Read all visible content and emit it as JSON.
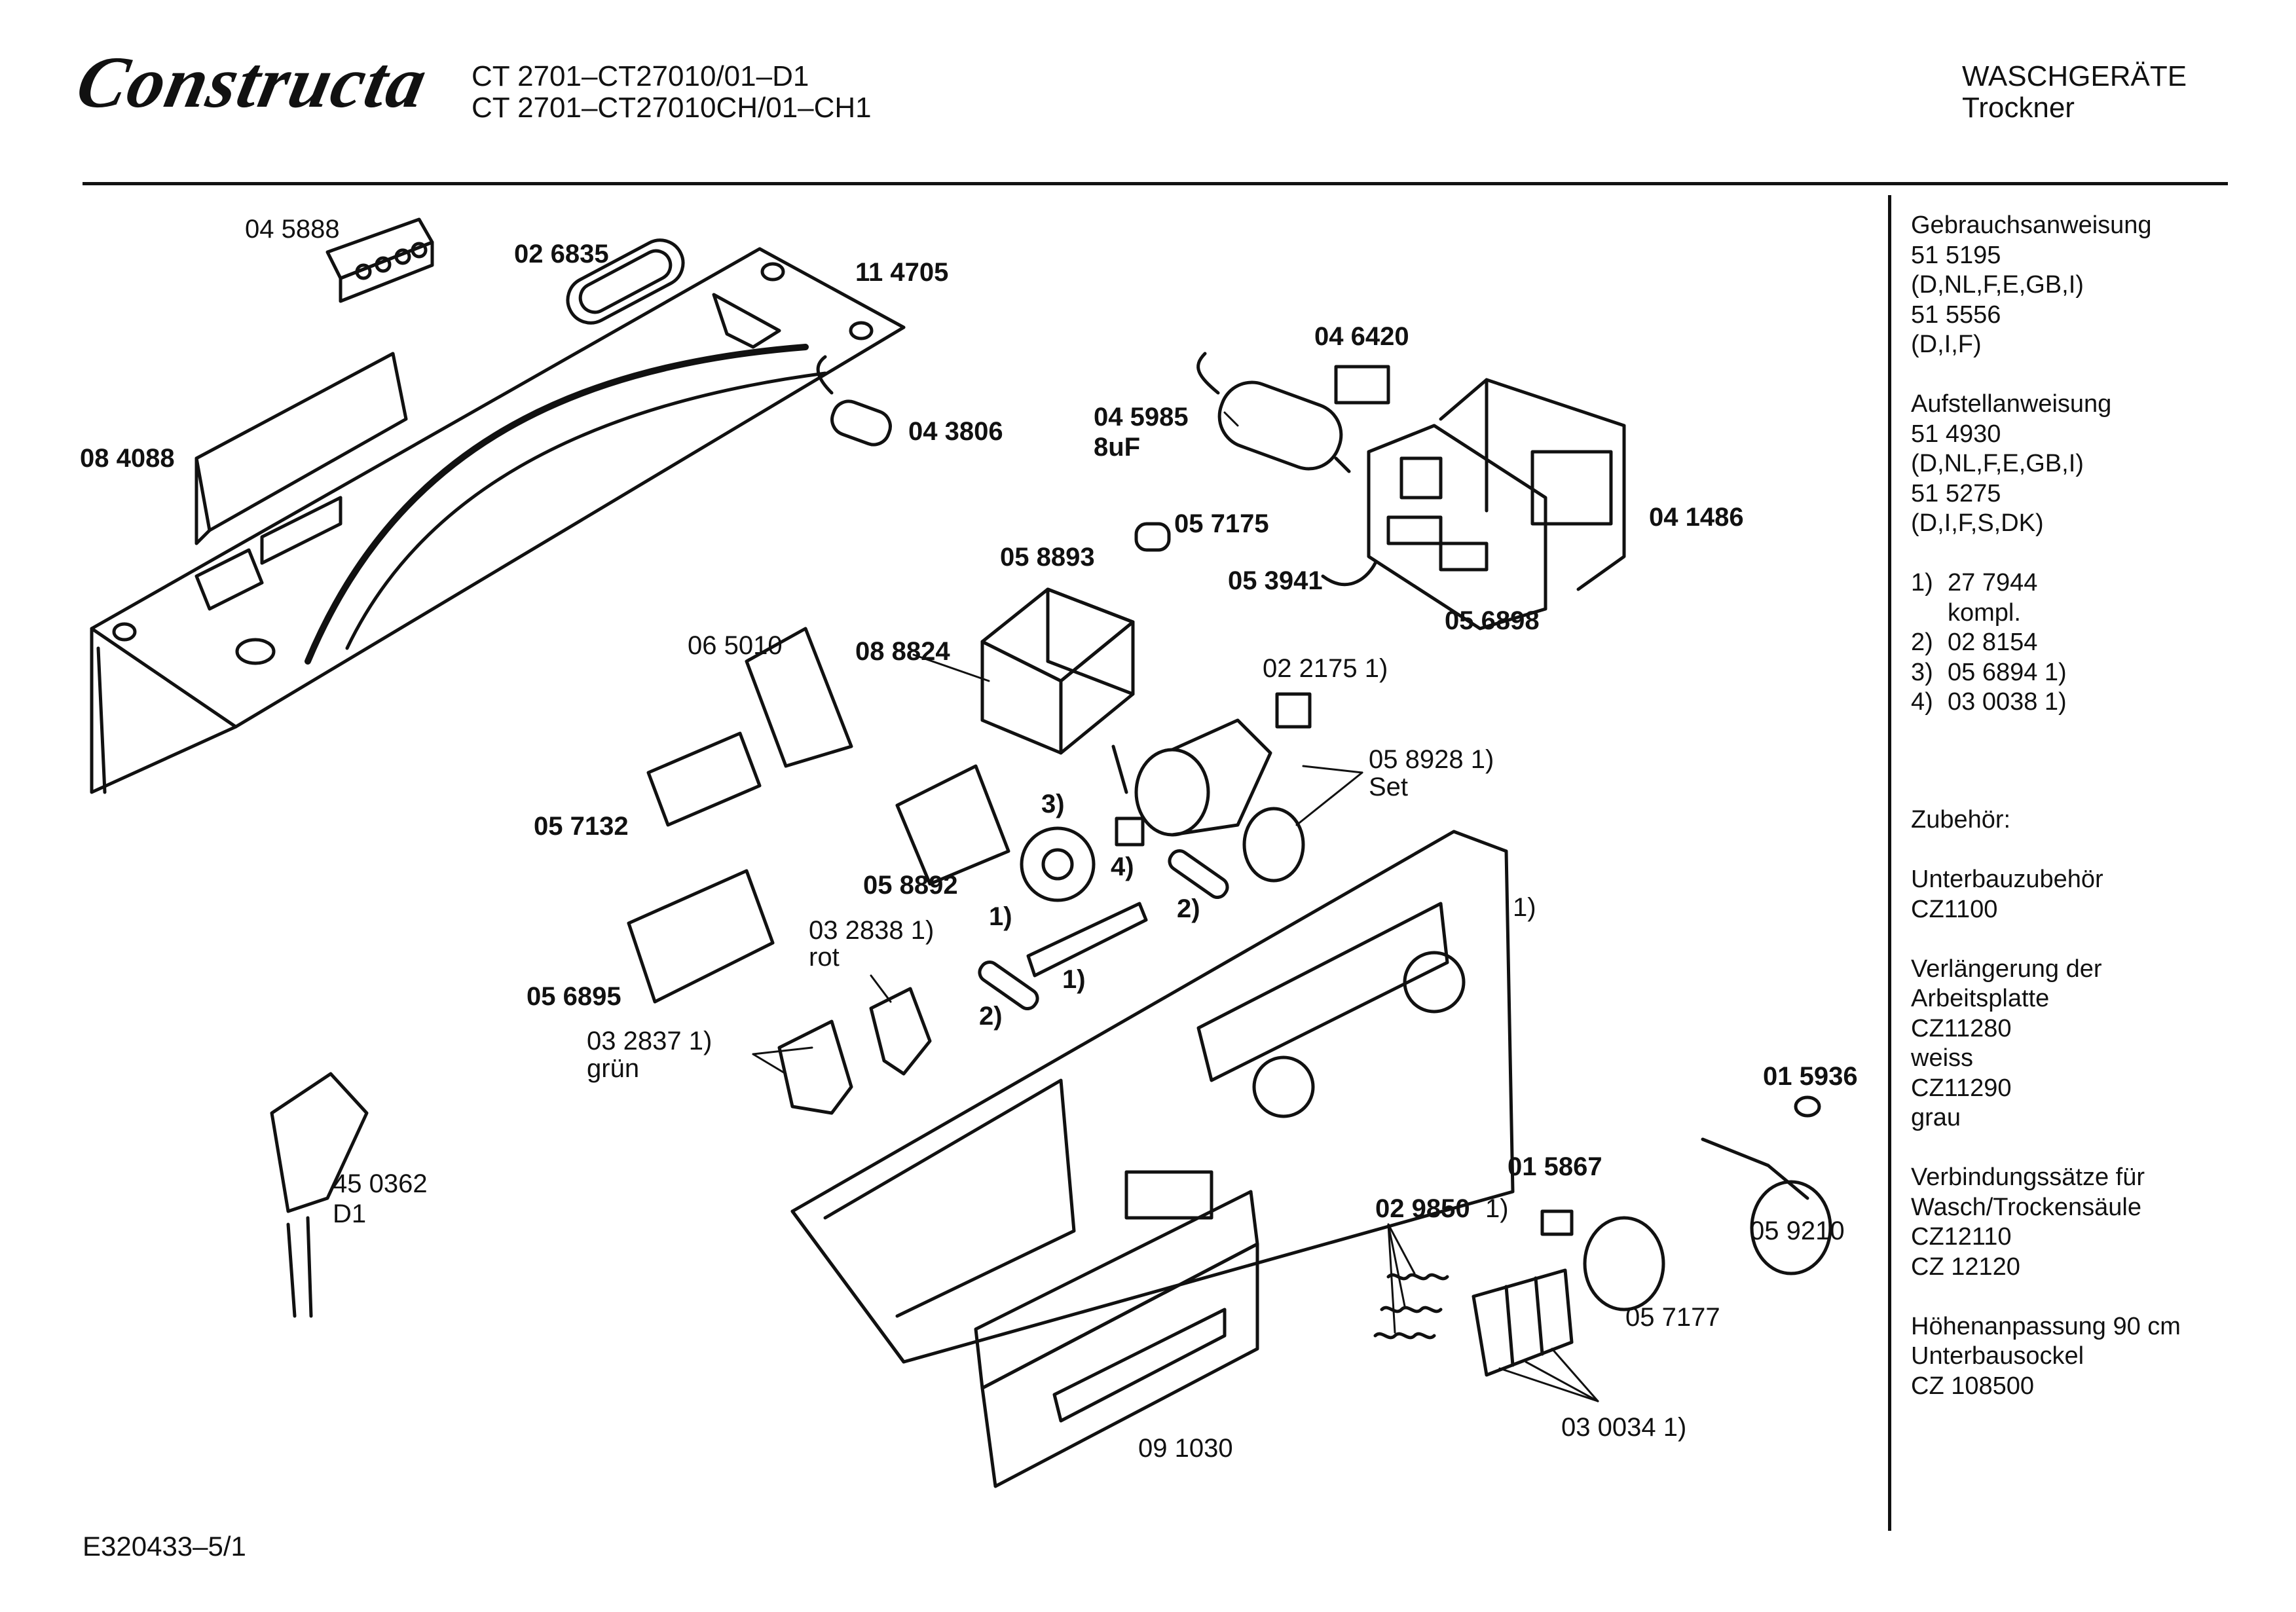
{
  "header": {
    "brand": "Constructa",
    "model_line_1": "CT 2701–CT27010/01–D1",
    "model_line_2": "CT 2701–CT27010CH/01–CH1",
    "category": "WASCHGERÄTE",
    "subcategory": "Trockner"
  },
  "parts": [
    {
      "id": "p01",
      "label": "04 5888",
      "bold": false
    },
    {
      "id": "p02",
      "label": "02 6835",
      "bold": true
    },
    {
      "id": "p03",
      "label": "11 4705",
      "bold": true
    },
    {
      "id": "p04",
      "label": "08 4088",
      "bold": true
    },
    {
      "id": "p05",
      "label": "04 3806",
      "bold": true
    },
    {
      "id": "p06",
      "label": "04 6420",
      "bold": true
    },
    {
      "id": "p07",
      "label": "04 5985",
      "bold": true
    },
    {
      "id": "p08",
      "label": "8uF",
      "bold": true
    },
    {
      "id": "p09",
      "label": "05 7175",
      "bold": true
    },
    {
      "id": "p10",
      "label": "05 8893",
      "bold": true
    },
    {
      "id": "p11",
      "label": "05 3941",
      "bold": true
    },
    {
      "id": "p12",
      "label": "04 1486",
      "bold": true
    },
    {
      "id": "p13",
      "label": "05 6898",
      "bold": true
    },
    {
      "id": "p14",
      "label": "06 5010",
      "bold": false
    },
    {
      "id": "p15",
      "label": "08 8824",
      "bold": true
    },
    {
      "id": "p16",
      "label": "02 2175 1)",
      "bold": false
    },
    {
      "id": "p17",
      "label": "05 8928 1)",
      "bold": false
    },
    {
      "id": "p18",
      "label": "Set",
      "bold": false
    },
    {
      "id": "p19",
      "label": "05 7132",
      "bold": true
    },
    {
      "id": "p20",
      "label": "3)",
      "bold": true
    },
    {
      "id": "p21",
      "label": "05 8892",
      "bold": true
    },
    {
      "id": "p22",
      "label": "4)",
      "bold": true
    },
    {
      "id": "p23",
      "label": "1)",
      "bold": true
    },
    {
      "id": "p24",
      "label": "2)",
      "bold": true
    },
    {
      "id": "p25",
      "label": "1)",
      "bold": false
    },
    {
      "id": "p26",
      "label": "03 2838 1)",
      "bold": false
    },
    {
      "id": "p27",
      "label": "rot",
      "bold": false
    },
    {
      "id": "p28",
      "label": "1)",
      "bold": true
    },
    {
      "id": "p29",
      "label": "05 6895",
      "bold": true
    },
    {
      "id": "p30",
      "label": "2)",
      "bold": true
    },
    {
      "id": "p31",
      "label": "03 2837 1)",
      "bold": false
    },
    {
      "id": "p32",
      "label": "grün",
      "bold": false
    },
    {
      "id": "p33",
      "label": "01 5936",
      "bold": true
    },
    {
      "id": "p34",
      "label": "01 5867",
      "bold": true
    },
    {
      "id": "p35",
      "label": "45 0362",
      "bold": false
    },
    {
      "id": "p36",
      "label": "D1",
      "bold": false
    },
    {
      "id": "p37",
      "label": "02 9850",
      "bold": true
    },
    {
      "id": "p38",
      "label": "1)",
      "bold": false
    },
    {
      "id": "p39",
      "label": "05 9210",
      "bold": false
    },
    {
      "id": "p40",
      "label": "05 7177",
      "bold": false
    },
    {
      "id": "p41",
      "label": "09 1030",
      "bold": false
    },
    {
      "id": "p42",
      "label": "03 0034 1)",
      "bold": false
    }
  ],
  "side_lines": [
    "Gebrauchsanweisung",
    "51 5195",
    "(D,NL,F,E,GB,I)",
    "51 5556",
    "(D,I,F)",
    "",
    "Aufstellanweisung",
    "51 4930",
    "(D,NL,F,E,GB,I)",
    "51 5275",
    "(D,I,F,S,DK)",
    ""
  ],
  "footnotes": [
    {
      "n": "1)",
      "text": "27 7944"
    },
    {
      "n": "",
      "text": "kompl."
    },
    {
      "n": "2)",
      "text": "02 8154"
    },
    {
      "n": "3)",
      "text": "05 6894 1)"
    },
    {
      "n": "4)",
      "text": "03 0038 1)"
    }
  ],
  "accessories": [
    "Zubehör:",
    "",
    "Unterbauzubehör",
    "CZ1100",
    "",
    "Verlängerung der",
    "Arbeitsplatte",
    "CZ11280",
    "weiss",
    "CZ11290",
    "grau",
    "",
    "Verbindungssätze für",
    "Wasch/Trockensäule",
    "CZ12110",
    "CZ 12120",
    "",
    "Höhenanpassung 90 cm",
    "Unterbausockel",
    "CZ 108500"
  ],
  "footer": {
    "code": "E320433–5/1"
  }
}
